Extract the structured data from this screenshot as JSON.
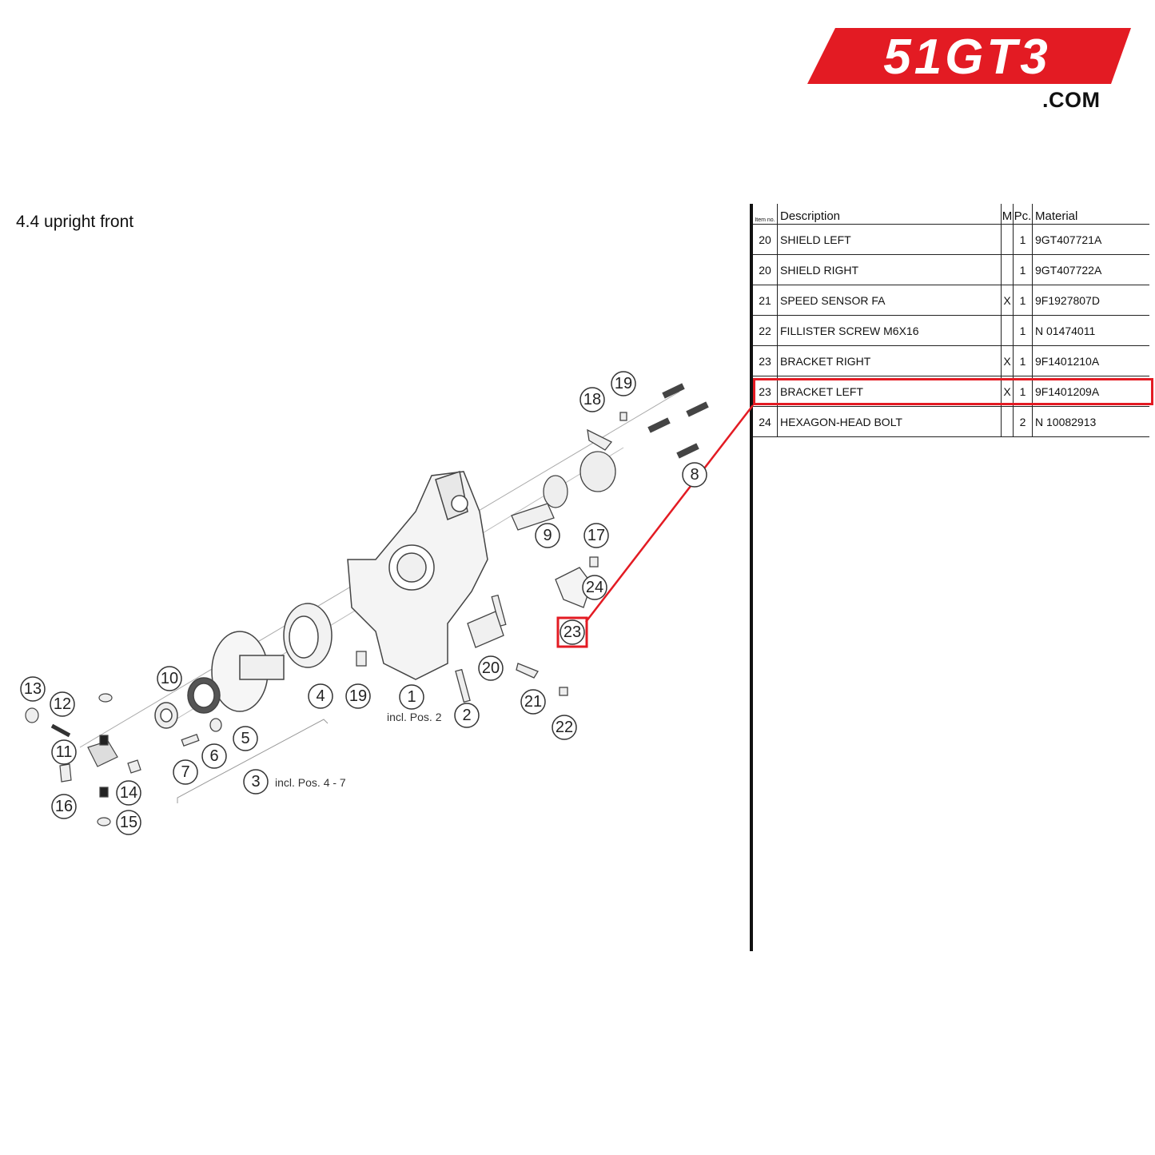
{
  "logo": {
    "text": "51GT3",
    "suffix": ".COM",
    "color": "#e31b23"
  },
  "section": {
    "number": "4.4",
    "title": "upright front",
    "full": "4.4  upright front"
  },
  "table": {
    "headers": {
      "item_no": "Item no.",
      "description": "Description",
      "m": "M",
      "pc": "Pc.",
      "material": "Material"
    },
    "rows": [
      {
        "item": "20",
        "description": "SHIELD LEFT",
        "m": "",
        "pc": "1",
        "material": "9GT407721A"
      },
      {
        "item": "20",
        "description": "SHIELD RIGHT",
        "m": "",
        "pc": "1",
        "material": "9GT407722A"
      },
      {
        "item": "21",
        "description": "SPEED SENSOR FA",
        "m": "X",
        "pc": "1",
        "material": "9F1927807D"
      },
      {
        "item": "22",
        "description": "FILLISTER SCREW M6X16",
        "m": "",
        "pc": "1",
        "material": "N 01474011"
      },
      {
        "item": "23",
        "description": "BRACKET RIGHT",
        "m": "X",
        "pc": "1",
        "material": "9F1401210A"
      },
      {
        "item": "23",
        "description": "BRACKET LEFT",
        "m": "X",
        "pc": "1",
        "material": "9F1401209A"
      },
      {
        "item": "24",
        "description": "HEXAGON-HEAD BOLT",
        "m": "",
        "pc": "2",
        "material": "N 10082913"
      }
    ],
    "highlighted_row_index": 5
  },
  "highlight": {
    "color": "#e31b23",
    "callout": "23"
  },
  "diagram": {
    "callouts": [
      "1",
      "2",
      "3",
      "4",
      "5",
      "6",
      "7",
      "8",
      "9",
      "10",
      "11",
      "12",
      "13",
      "14",
      "15",
      "16",
      "17",
      "18",
      "19",
      "19",
      "20",
      "21",
      "22",
      "23",
      "24"
    ],
    "notes": {
      "pos1": "incl. Pos. 2",
      "pos3": "incl. Pos. 4 - 7"
    }
  }
}
